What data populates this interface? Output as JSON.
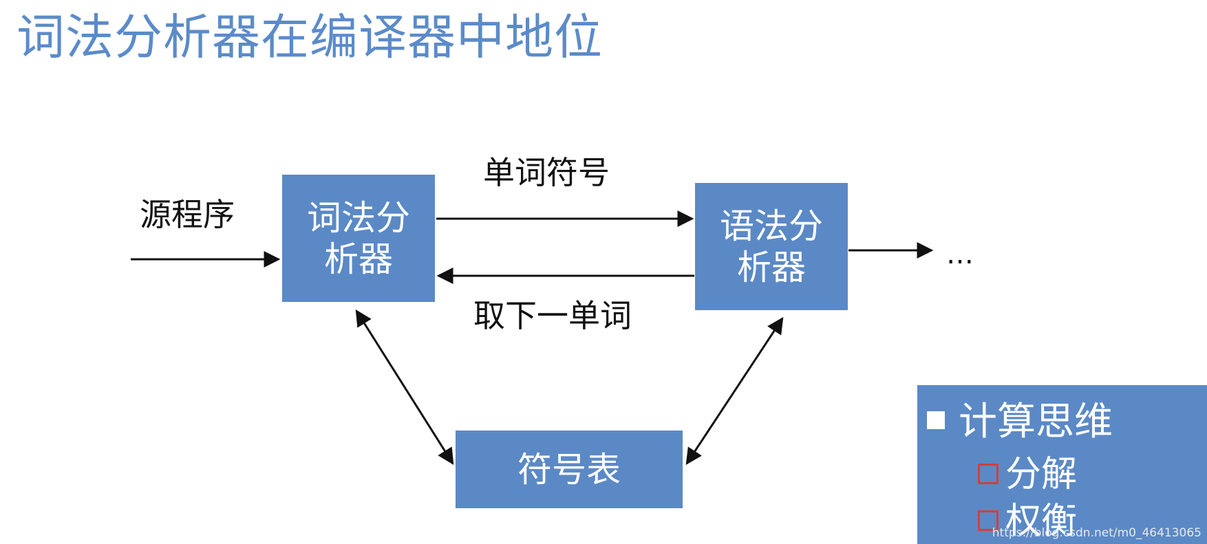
{
  "title": "词法分析器在编译器中地位",
  "nodes": {
    "lexer": {
      "line1": "词法分",
      "line2": "析器"
    },
    "parser": {
      "line1": "语法分",
      "line2": "析器"
    },
    "symtab": {
      "label": "符号表"
    }
  },
  "labels": {
    "source": "源程序",
    "tokens": "单词符号",
    "next_token": "取下一单词",
    "ellipsis": "…"
  },
  "note": {
    "heading": "计算思维",
    "items": [
      "分解",
      "权衡"
    ]
  },
  "watermark": "https://blog.csdn.net/m0_46413065",
  "colors": {
    "title": "#5b8bc9",
    "box": "#5b89c6",
    "marker": "#d04040"
  }
}
